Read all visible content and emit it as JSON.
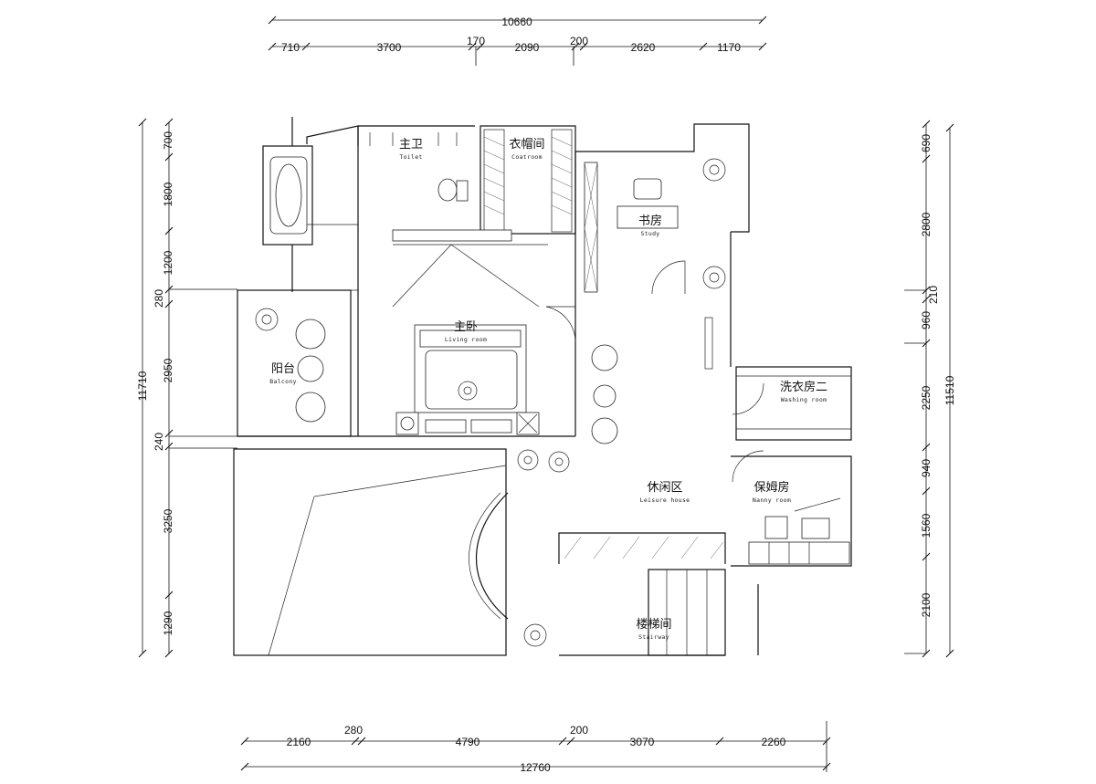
{
  "dimensions": {
    "top_total": "10660",
    "top_segments": [
      "710",
      "3700",
      "170",
      "2090",
      "200",
      "2620",
      "1170"
    ],
    "bottom_total": "12760",
    "bottom_segments": [
      "2160",
      "280",
      "4790",
      "200",
      "3070",
      "2260"
    ],
    "left_total": "11710",
    "left_segments": [
      "700",
      "1800",
      "1200",
      "280",
      "2950",
      "240",
      "3250",
      "1290"
    ],
    "right_total": "11510",
    "right_segments": [
      "690",
      "2800",
      "210",
      "960",
      "2250",
      "940",
      "1560",
      "2100"
    ]
  },
  "rooms": {
    "toilet": {
      "cn": "主卫",
      "en": "Toilet"
    },
    "coatroom": {
      "cn": "衣帽间",
      "en": "Coatroom"
    },
    "study": {
      "cn": "书房",
      "en": "Study"
    },
    "living": {
      "cn": "主卧",
      "en": "Living room"
    },
    "balcony": {
      "cn": "阳台",
      "en": "Balcony"
    },
    "washing": {
      "cn": "洗衣房二",
      "en": "Washing room"
    },
    "leisure": {
      "cn": "休闲区",
      "en": "Leisure house"
    },
    "nanny": {
      "cn": "保姆房",
      "en": "Nanny room"
    },
    "stairway": {
      "cn": "楼梯间",
      "en": "Stairway"
    }
  }
}
